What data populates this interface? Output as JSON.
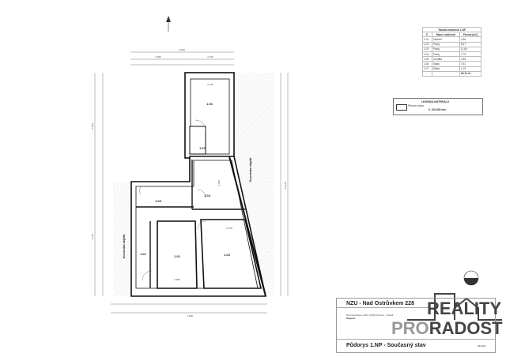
{
  "plan": {
    "rooms": [
      "1.06",
      "1.07",
      "1.04",
      "1.05",
      "1.01",
      "1.02",
      "1.03"
    ],
    "neighbor_label": "Sousední objekt",
    "dimensions": {
      "top_total": "6.020",
      "top_left": "3.300",
      "top_right": "2.720",
      "bottom_total": "7.930",
      "right_total": "13.140",
      "left_lower": "4.710",
      "left_upper": "6.400",
      "room_106_width": "2.130",
      "room_104_height": "2.350",
      "room_103_width": "2.470",
      "room_102_width": "2.285"
    }
  },
  "room_table": {
    "title": "Tabulka místností 1.NP",
    "headers": [
      "Č.",
      "Název místnosti",
      "Plocha (m2)"
    ],
    "rows": [
      [
        "1.01",
        "Zádveří",
        "4.36"
      ],
      [
        "1.02",
        "Pokoj",
        "8.47"
      ],
      [
        "1.03",
        "Pokoj",
        "11.84"
      ],
      [
        "1.04",
        "Pokoj",
        "7.79"
      ],
      [
        "1.05",
        "Chodba",
        "4.95"
      ],
      [
        "1.06",
        "Sklad",
        "7.51"
      ],
      [
        "1.07",
        "Sklad",
        "1.19"
      ]
    ],
    "total": "46.11 m²"
  },
  "legend": {
    "title": "LEGENDA MATERIÁLŮ",
    "item": "Původní zdivo",
    "item_detail": "tl. 100-600 mm"
  },
  "title_block": {
    "project": "NZU - Nad Ostrůvkem 228",
    "address": "Nad Ostrůvkem 228, 14700 Praha 4 - Podolí",
    "stage": "Pasport",
    "drawing": "Půdorys 1.NP - Současný stav",
    "date": "06/2024"
  },
  "logo": {
    "line1": "REALITY",
    "line2a": "PRO",
    "line2b": "RADOST"
  }
}
